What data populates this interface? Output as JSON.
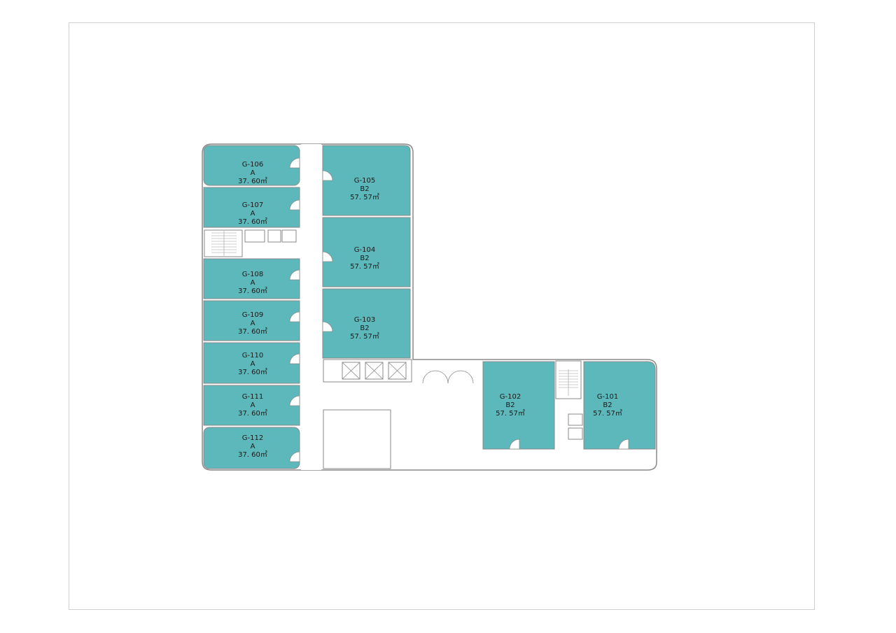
{
  "floor_plan": {
    "room_color": "#5cb8bb",
    "wall_color": "#8a8a8a",
    "rooms": [
      {
        "id": "G-106",
        "type": "A",
        "area": "37. 60㎡"
      },
      {
        "id": "G-107",
        "type": "A",
        "area": "37. 60㎡"
      },
      {
        "id": "G-108",
        "type": "A",
        "area": "37. 60㎡"
      },
      {
        "id": "G-109",
        "type": "A",
        "area": "37. 60㎡"
      },
      {
        "id": "G-110",
        "type": "A",
        "area": "37. 60㎡"
      },
      {
        "id": "G-111",
        "type": "A",
        "area": "37. 60㎡"
      },
      {
        "id": "G-112",
        "type": "A",
        "area": "37. 60㎡"
      },
      {
        "id": "G-105",
        "type": "B2",
        "area": "57. 57㎡"
      },
      {
        "id": "G-104",
        "type": "B2",
        "area": "57. 57㎡"
      },
      {
        "id": "G-103",
        "type": "B2",
        "area": "57. 57㎡"
      },
      {
        "id": "G-102",
        "type": "B2",
        "area": "57. 57㎡"
      },
      {
        "id": "G-101",
        "type": "B2",
        "area": "57. 57㎡"
      }
    ]
  }
}
